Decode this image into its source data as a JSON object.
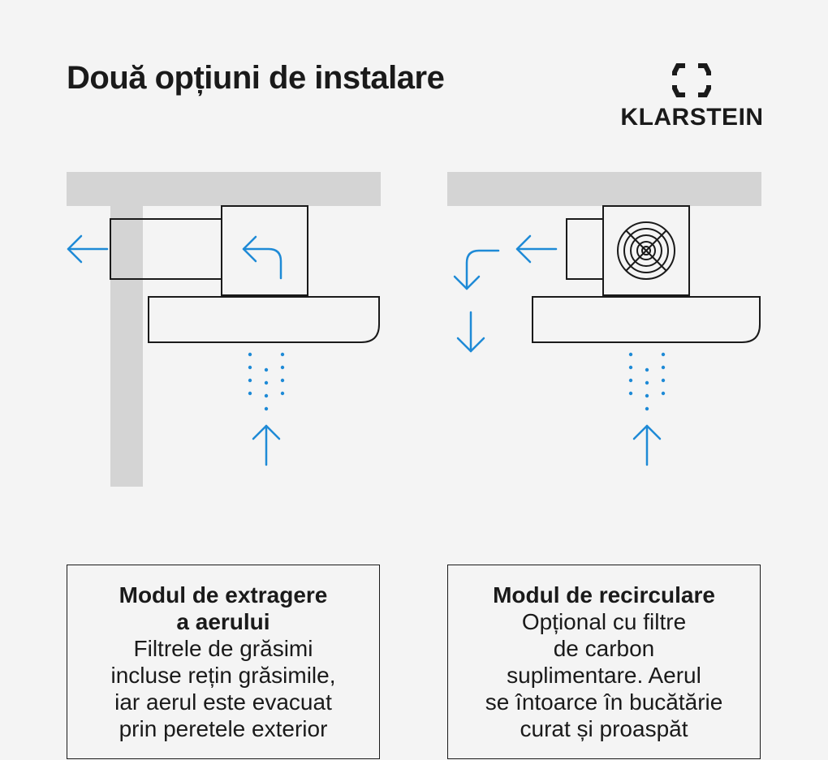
{
  "header": {
    "title": "Două opțiuni de instalare",
    "brand": "KLARSTEIN"
  },
  "colors": {
    "background": "#f4f4f4",
    "structure_gray": "#d4d4d4",
    "line": "#1a1a1a",
    "airflow_blue": "#1e8ad6"
  },
  "icons": {
    "brand_logo": "klarstein-logo-icon",
    "fan": "fan-icon",
    "arrows": "arrow-icon"
  },
  "options": [
    {
      "id": "extraction",
      "title_lines": [
        "Modul de extragere",
        "a aerului"
      ],
      "body_lines": [
        "Filtrele de grăsimi",
        "incluse rețin grăsimile,",
        "iar aerul este evacuat",
        "prin peretele exterior"
      ]
    },
    {
      "id": "recirculation",
      "title_lines": [
        "Modul de recirculare"
      ],
      "body_lines": [
        "Opțional cu filtre",
        "de carbon",
        "suplimentare. Aerul",
        "se întoarce în bucătărie",
        "curat și proaspăt"
      ]
    }
  ]
}
